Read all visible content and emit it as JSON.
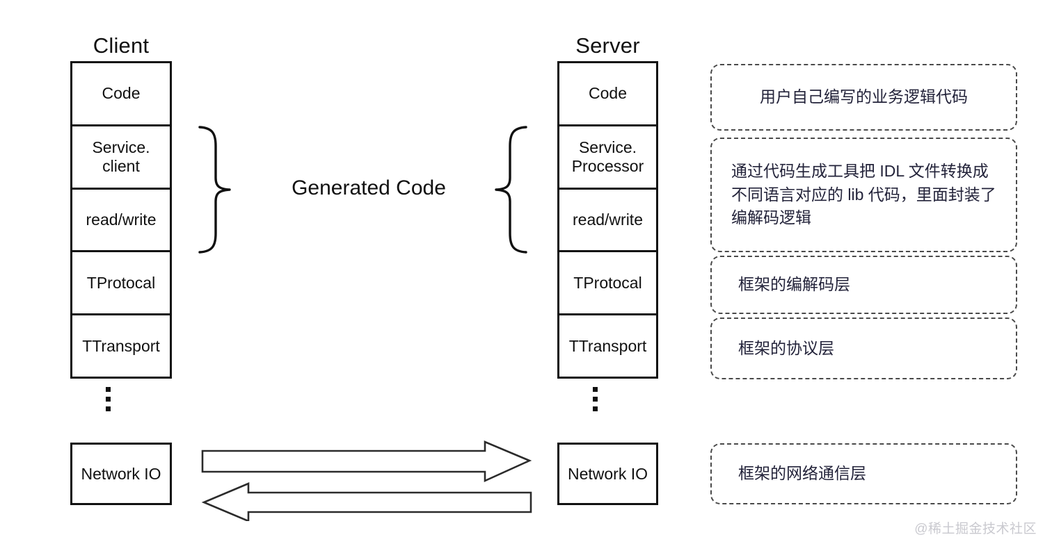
{
  "diagram": {
    "title_client": "Client",
    "title_server": "Server",
    "middle_label": "Generated Code",
    "client_layers": [
      {
        "line1": "Code",
        "line2": ""
      },
      {
        "line1": "Service.",
        "line2": "client"
      },
      {
        "line1": "read/write",
        "line2": ""
      },
      {
        "line1": "TProtocal",
        "line2": ""
      },
      {
        "line1": "TTransport",
        "line2": ""
      }
    ],
    "server_layers": [
      {
        "line1": "Code",
        "line2": ""
      },
      {
        "line1": "Service.",
        "line2": "Processor"
      },
      {
        "line1": "read/write",
        "line2": ""
      },
      {
        "line1": "TProtocal",
        "line2": ""
      },
      {
        "line1": "TTransport",
        "line2": ""
      }
    ],
    "client_network_io": "Network IO",
    "server_network_io": "Network IO",
    "ellipsis_glyph": "vertical-ellipsis",
    "arrows": [
      {
        "name": "request-arrow",
        "direction": "right"
      },
      {
        "name": "response-arrow",
        "direction": "left"
      }
    ],
    "braces": [
      {
        "name": "left-brace",
        "glyph": "}"
      },
      {
        "name": "right-brace",
        "glyph": "{"
      }
    ]
  },
  "notes": [
    {
      "text": "用户自己编写的业务逻辑代码",
      "align": "center"
    },
    {
      "text": "通过代码生成工具把 IDL 文件转换成不同语言对应的 lib 代码，里面封装了编解码逻辑",
      "align": "center"
    },
    {
      "text": "框架的编解码层",
      "align": "left"
    },
    {
      "text": "框架的协议层",
      "align": "left"
    },
    {
      "text": "框架的网络通信层",
      "align": "left"
    }
  ],
  "watermark": "@稀土掘金技术社区",
  "colors": {
    "stroke": "#111111",
    "note_border": "#4a4a4a",
    "note_text": "#23233a",
    "watermark": "#c9c9cf",
    "background": "#ffffff"
  }
}
